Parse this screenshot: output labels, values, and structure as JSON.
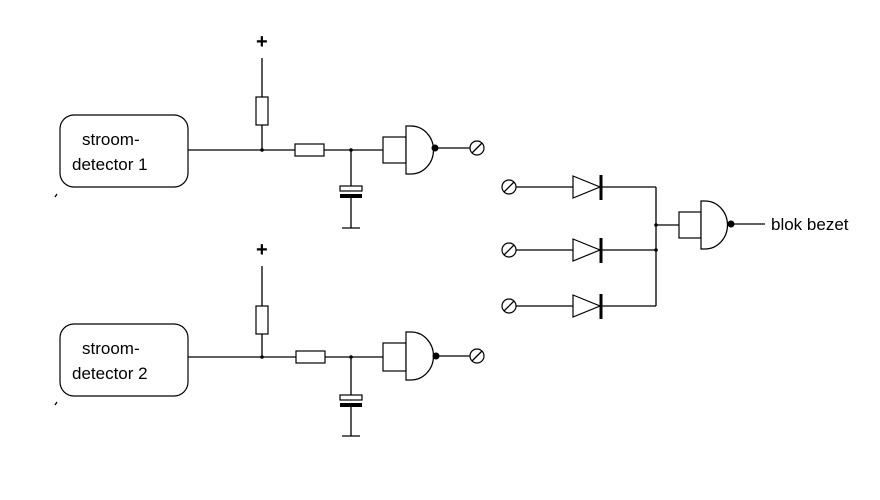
{
  "detector_1": {
    "line1": "stroom-",
    "line2": "detector 1"
  },
  "detector_2": {
    "line1": "stroom-",
    "line2": "detector 2"
  },
  "supply_symbol": "+",
  "output_label": "blok bezet"
}
